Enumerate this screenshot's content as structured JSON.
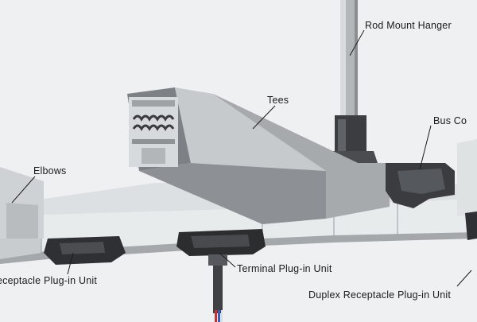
{
  "labels": {
    "rod_mount_hanger": "Rod Mount Hanger",
    "tees": "Tees",
    "bus_connector": "Bus Co",
    "elbows": "Elbows",
    "terminal_plugin_unit": "Terminal Plug-in Unit",
    "receptacle_plugin_unit": "eceptacle Plug-in Unit",
    "duplex_receptacle_plugin_unit": "Duplex Receptacle Plug-in Unit"
  },
  "colors": {
    "background": "#eef0f1",
    "duct_light": "#e4e7e8",
    "duct_mid": "#b9bdc0",
    "duct_dark": "#6f7377",
    "plug_dark": "#2c2d2f",
    "leader_line": "#1b1b1b"
  }
}
